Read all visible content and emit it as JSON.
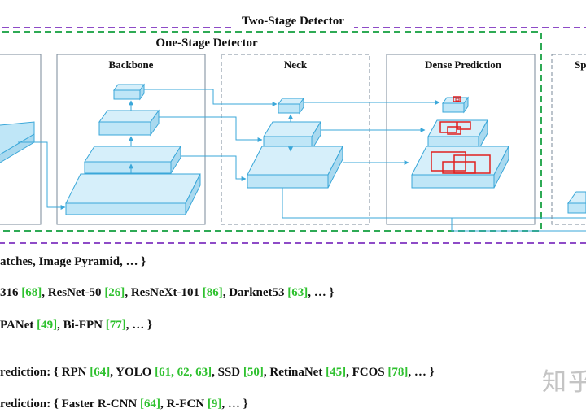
{
  "diagram": {
    "two_stage_label": "Two-Stage Detector",
    "one_stage_label": "One-Stage Detector",
    "backbone_label": "Backbone",
    "neck_label": "Neck",
    "dense_prediction_label": "Dense Prediction",
    "sparse_prediction_label": "Sp",
    "colors": {
      "two_stage_border": "#8e4bc7",
      "one_stage_border": "#2eaa55",
      "block_fill": "#bfe6f7",
      "block_stroke": "#3aa7d9",
      "prediction_box": "#e02020"
    }
  },
  "lines": [
    {
      "prefix": "atches, Image Pyramid, … }",
      "refs": []
    },
    {
      "prefix": "316 ",
      "refs": [
        {
          "ref": "[68]",
          "after": ", ResNet-50 "
        },
        {
          "ref": "[26]",
          "after": ", ResNeXt-101 "
        },
        {
          "ref": "[86]",
          "after": ", Darknet53 "
        },
        {
          "ref": "[63]",
          "after": ", … }"
        }
      ]
    },
    {
      "prefix": " PANet ",
      "refs": [
        {
          "ref": "[49]",
          "after": ", Bi-FPN "
        },
        {
          "ref": "[77]",
          "after": ", … }"
        }
      ]
    },
    {
      "prefix": "rediction: { RPN ",
      "refs": [
        {
          "ref": "[64]",
          "after": ", YOLO "
        },
        {
          "ref": "[61, 62, 63]",
          "after": ", SSD "
        },
        {
          "ref": "[50]",
          "after": ", RetinaNet "
        },
        {
          "ref": "[45]",
          "after": ", FCOS "
        },
        {
          "ref": "[78]",
          "after": ", … }"
        }
      ]
    },
    {
      "prefix": "rediction: { Faster R-CNN ",
      "refs": [
        {
          "ref": "[64]",
          "after": ",  R-FCN "
        },
        {
          "ref": "[9]",
          "after": ", … }"
        }
      ]
    }
  ],
  "watermark": "知乎"
}
